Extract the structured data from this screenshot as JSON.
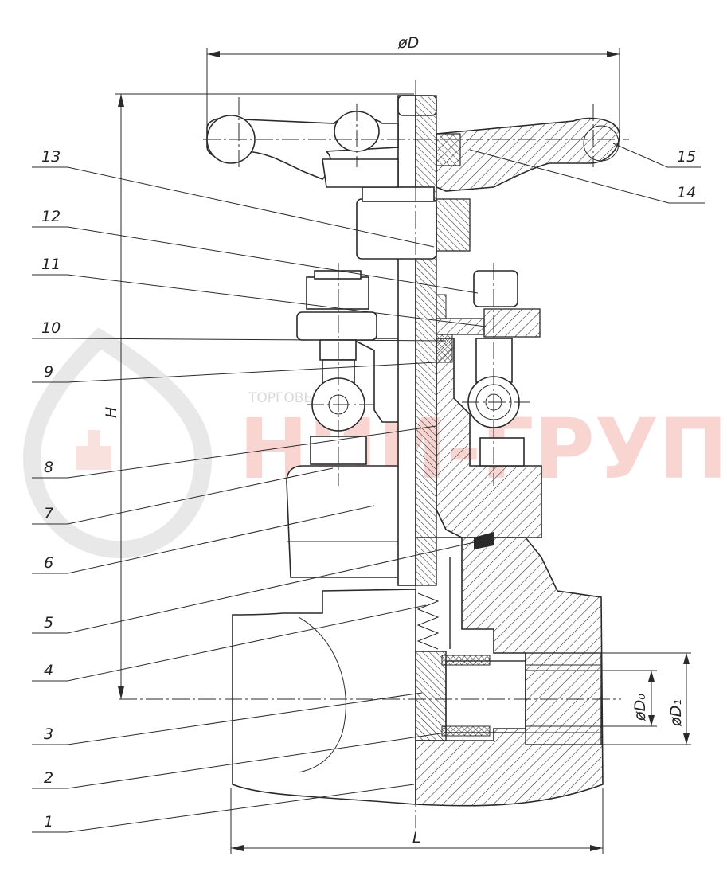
{
  "dimensions": {
    "handwheel_diameter": "øD",
    "height": "H",
    "length": "L",
    "bore_diameter": "øD₀",
    "connection_diameter": "øD₁"
  },
  "part_numbers": [
    "1",
    "2",
    "3",
    "4",
    "5",
    "6",
    "7",
    "8",
    "9",
    "10",
    "11",
    "12",
    "13",
    "14",
    "15"
  ],
  "watermark": {
    "brand": "НИИ-ГРУПП",
    "site": "ТОРГОВЫЙ ДОМ"
  },
  "colors": {
    "line": "#2a2a2a",
    "watermark": "#f7c8c3"
  }
}
